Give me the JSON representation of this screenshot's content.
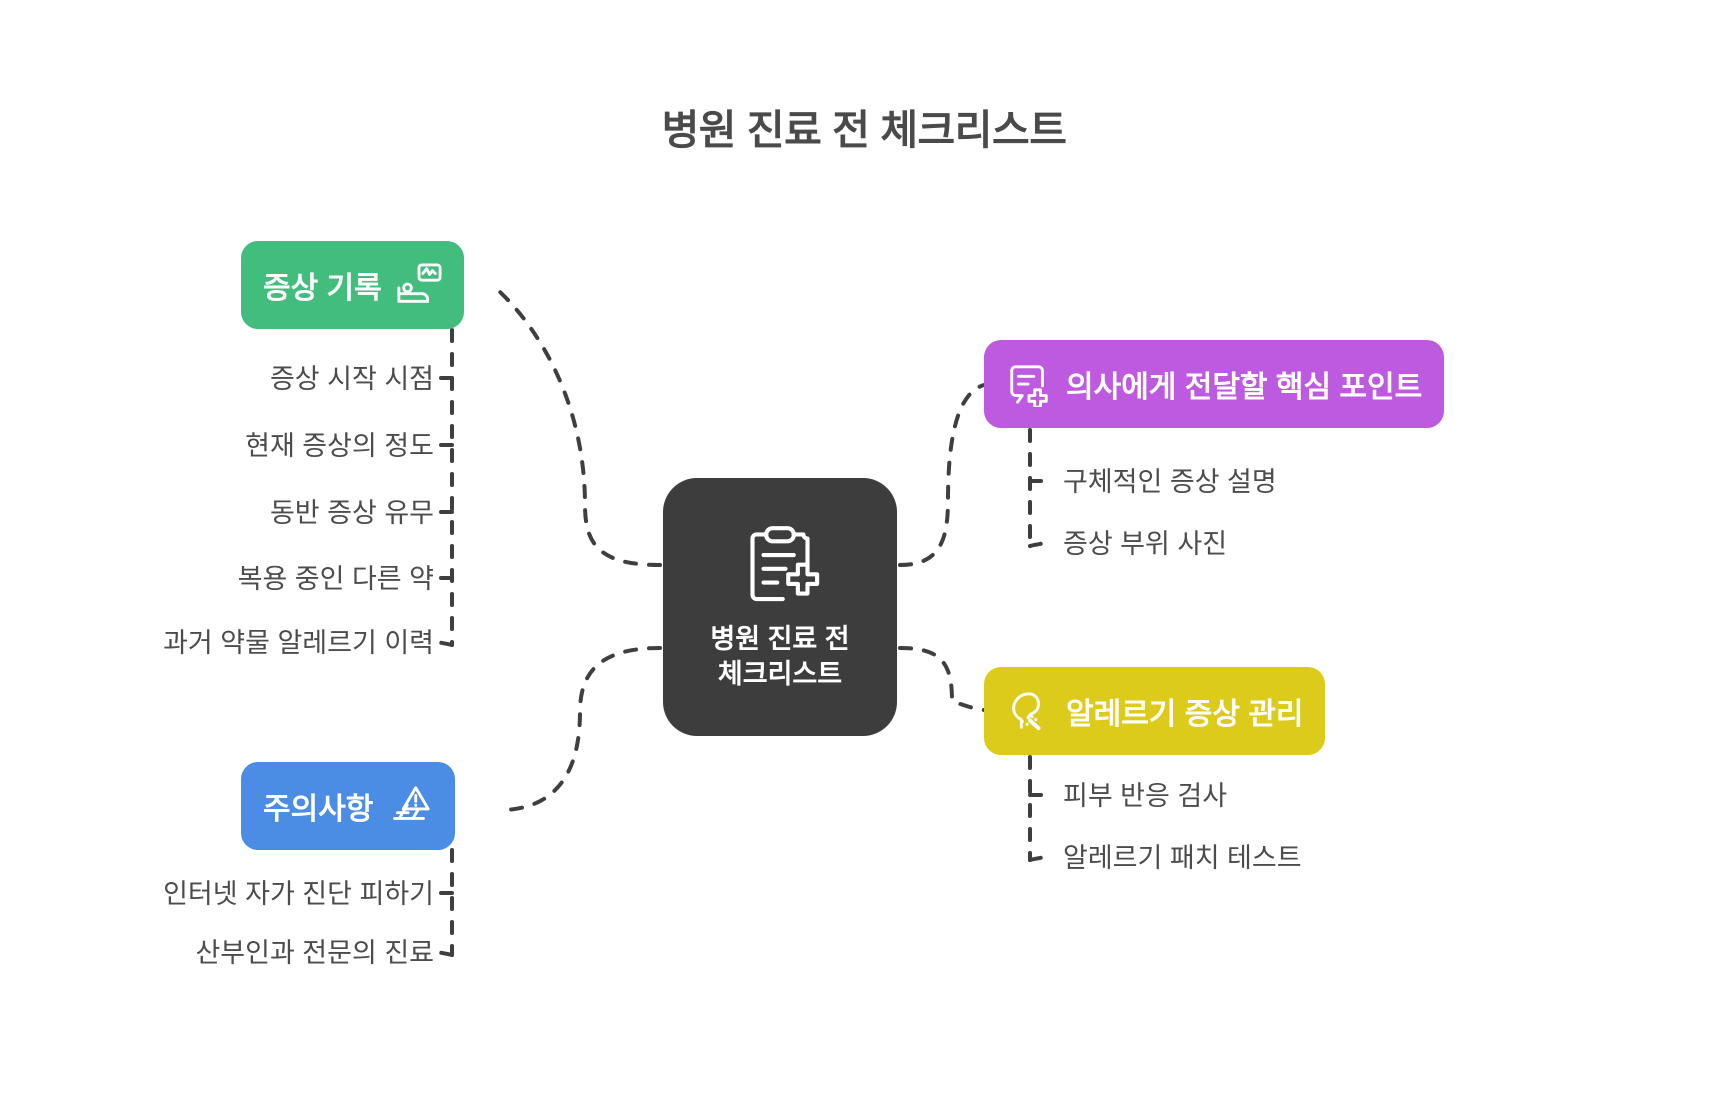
{
  "page": {
    "title": "병원 진료 전 체크리스트",
    "background_color": "#ffffff",
    "text_color": "#4c4c4c"
  },
  "center": {
    "label": "병원 진료 전\n체크리스트",
    "icon": "clipboard-medical-icon",
    "color": "#3d3d3d"
  },
  "branches": [
    {
      "id": "symptom",
      "label": "증상 기록",
      "icon": "hospital-bed-monitor-icon",
      "color": "#42bd7e",
      "side": "left",
      "children": [
        "증상 시작 시점",
        "현재 증상의 정도",
        "동반 증상 유무",
        "복용 중인 다른 약",
        "과거 약물 알레르기 이력"
      ]
    },
    {
      "id": "caution",
      "label": "주의사항",
      "icon": "warning-barrier-icon",
      "color": "#4b8ce4",
      "side": "left",
      "children": [
        "인터넷 자가 진단 피하기",
        "산부인과 전문의 진료"
      ]
    },
    {
      "id": "keypoints",
      "label": "의사에게 전달할 핵심 포인트",
      "icon": "document-lines-icon",
      "color": "#bd5ae0",
      "side": "right",
      "children": [
        "구체적인 증상 설명",
        "증상 부위 사진"
      ]
    },
    {
      "id": "allergy",
      "label": "알레르기 증상 관리",
      "icon": "sneeze-head-icon",
      "color": "#ddcb1c",
      "side": "right",
      "children": [
        "피부 반응 검사",
        "알레르기 패치 테스트"
      ]
    }
  ],
  "connectors": {
    "style": "dashed",
    "color": "#3f3f3f"
  }
}
